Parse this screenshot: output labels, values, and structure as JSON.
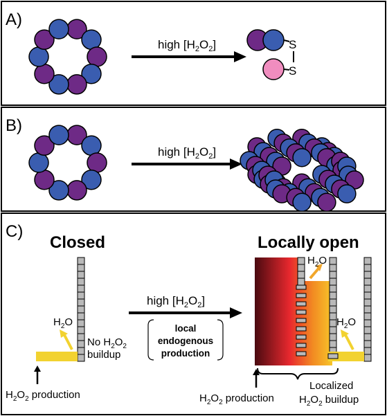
{
  "panels": {
    "a": {
      "label": "A)",
      "arrow_text": "high [H",
      "sub1": "2",
      "mid": "O",
      "sub2": "2",
      "end": "]",
      "s_top": "S",
      "s_bottom": "S"
    },
    "b": {
      "label": "B)",
      "arrow_text": "high [H",
      "sub1": "2",
      "mid": "O",
      "sub2": "2",
      "end": "]"
    },
    "c": {
      "label": "C)",
      "closed_title": "Closed",
      "open_title": "Locally open",
      "arrow_text": "high [H",
      "sub1": "2",
      "mid": "O",
      "sub2": "2",
      "end": "]",
      "box_line1": "local",
      "box_line2": "endogenous",
      "box_line3": "production",
      "h2o_left": "H",
      "h2o_left_sub": "2",
      "h2o_left_end": "O",
      "no_buildup_1": "No H",
      "no_buildup_sub1": "2",
      "no_buildup_mid": "O",
      "no_buildup_sub2": "2",
      "no_buildup_2": "buildup",
      "prod_left": "H",
      "prod_left_sub1": "2",
      "prod_left_mid": "O",
      "prod_left_sub2": "2",
      "prod_left_end": " production",
      "h2o_top": "H",
      "h2o_top_sub": "2",
      "h2o_top_end": "O",
      "h2o_right": "H",
      "h2o_right_sub": "2",
      "h2o_right_end": "O",
      "prod_right": "H",
      "prod_right_sub1": "2",
      "prod_right_mid": "O",
      "prod_right_sub2": "2",
      "prod_right_end": " production",
      "localized_1": "Localized",
      "localized_2": "H",
      "localized_sub1": "2",
      "localized_mid": "O",
      "localized_sub2": "2",
      "localized_end": " buildup"
    }
  },
  "colors": {
    "purple": "#6e2a86",
    "blue": "#3a5db0",
    "pink": "#f08dbf",
    "yellow": "#f2d230",
    "orange": "#f1a62b",
    "gray": "#b9b9b9"
  }
}
